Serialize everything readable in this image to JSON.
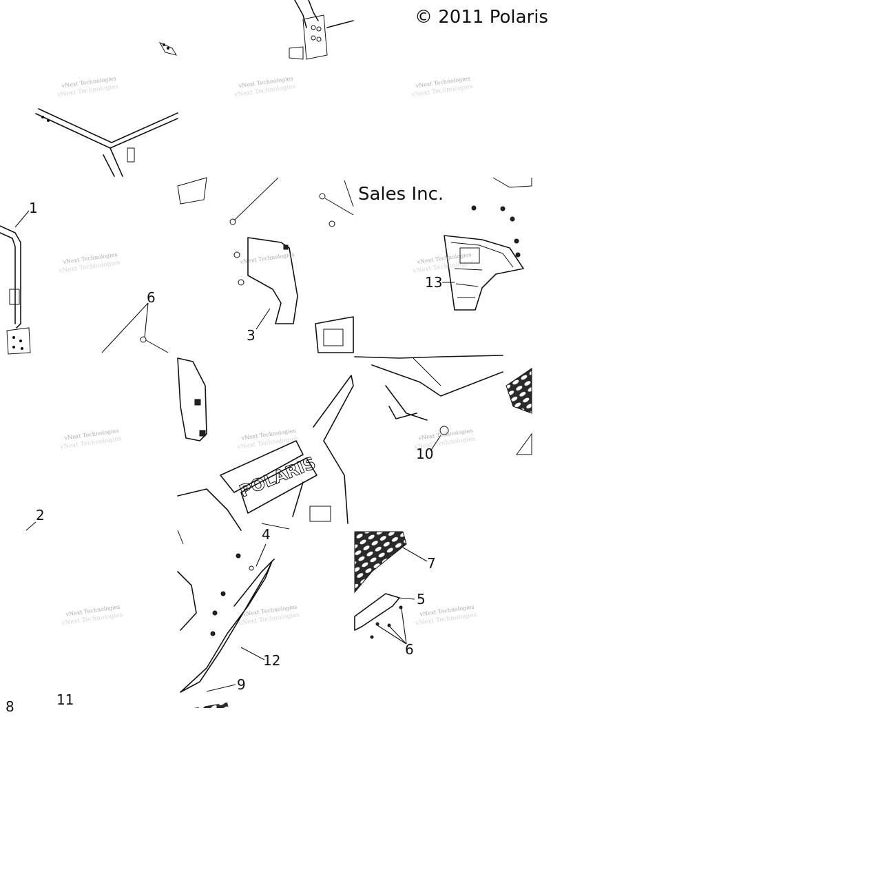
{
  "copyright_top": "© 2011 Polaris",
  "copyright_mid": "Sales Inc.",
  "watermark": "vNext Technologies",
  "callouts": {
    "c1": "1",
    "c2": "2",
    "c3": "3",
    "c4": "4",
    "c5": "5",
    "c6a": "6",
    "c6b": "6",
    "c7": "7",
    "c8": "8",
    "c9": "9",
    "c10": "10",
    "c11": "11",
    "c12": "12",
    "c13": "13"
  },
  "hood_logo": "POLARIS"
}
